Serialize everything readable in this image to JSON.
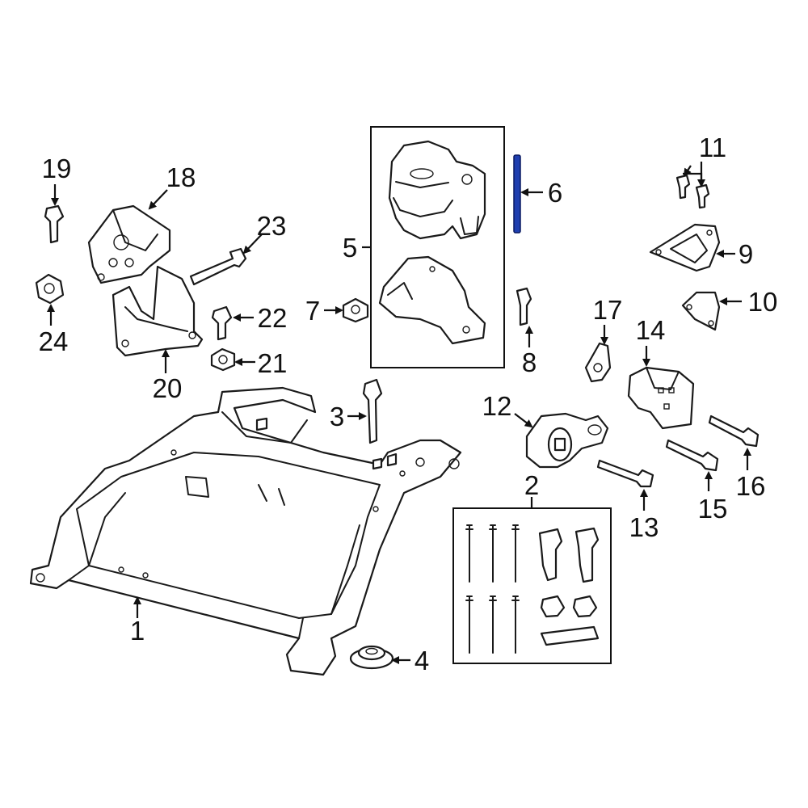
{
  "colors": {
    "highlight": "#1f3fb0",
    "line": "#1a1a1a",
    "background": "#ffffff"
  },
  "callouts": [
    {
      "id": "1",
      "text": "1"
    },
    {
      "id": "2",
      "text": "2"
    },
    {
      "id": "3",
      "text": "3"
    },
    {
      "id": "4",
      "text": "4"
    },
    {
      "id": "5",
      "text": "5"
    },
    {
      "id": "6",
      "text": "6"
    },
    {
      "id": "7",
      "text": "7"
    },
    {
      "id": "8",
      "text": "8"
    },
    {
      "id": "9",
      "text": "9"
    },
    {
      "id": "10",
      "text": "10"
    },
    {
      "id": "11",
      "text": "11"
    },
    {
      "id": "12",
      "text": "12"
    },
    {
      "id": "13",
      "text": "13"
    },
    {
      "id": "14",
      "text": "14"
    },
    {
      "id": "15",
      "text": "15"
    },
    {
      "id": "16",
      "text": "16"
    },
    {
      "id": "17",
      "text": "17"
    },
    {
      "id": "18",
      "text": "18"
    },
    {
      "id": "19",
      "text": "19"
    },
    {
      "id": "20",
      "text": "20"
    },
    {
      "id": "21",
      "text": "21"
    },
    {
      "id": "22",
      "text": "22"
    },
    {
      "id": "23",
      "text": "23"
    },
    {
      "id": "24",
      "text": "24"
    }
  ]
}
